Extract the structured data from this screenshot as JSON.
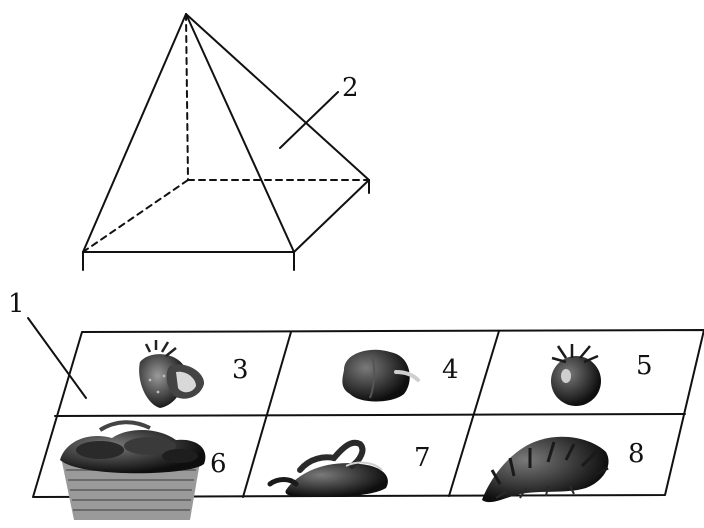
{
  "labels": {
    "tray": "1",
    "pyramid": "2",
    "item_3": "3",
    "item_4": "4",
    "item_5": "5",
    "item_6": "6",
    "item_7": "7",
    "item_8": "8"
  },
  "items": [
    {
      "label": "3",
      "icon": "strawberry-icon"
    },
    {
      "label": "4",
      "icon": "bell-pepper-icon"
    },
    {
      "label": "5",
      "icon": "tomato-icon"
    },
    {
      "label": "6",
      "icon": "vegetable-basket-icon"
    },
    {
      "label": "7",
      "icon": "eggplant-icon"
    },
    {
      "label": "8",
      "icon": "leafy-greens-icon"
    }
  ]
}
